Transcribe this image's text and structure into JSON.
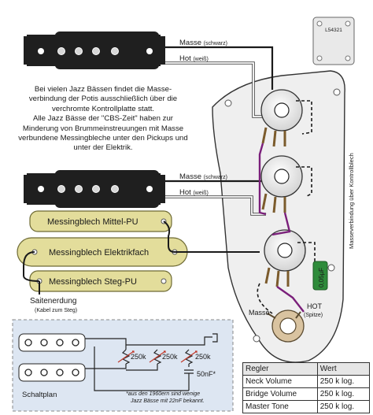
{
  "pickups": {
    "neck": {
      "ground_label": "Masse",
      "ground_color": "(schwarz)",
      "hot_label": "Hot",
      "hot_color": "(weiß)"
    },
    "bridge": {
      "ground_label": "Masse",
      "ground_color": "(schwarz)",
      "hot_label": "Hot",
      "hot_color": "(weiß)"
    }
  },
  "note": {
    "line1": "Bei vielen Jazz Bässen findet die Masse-verbindung der Potis ausschließlich über die verchromte Kontrollplatte statt.",
    "line2": "Alle Jazz Bässe der \"CBS-Zeit\" haben zur Minderung von Brummeinstreuungen mit Masse verbundene Messingbleche unter den Pickups und unter der Elektrik."
  },
  "plates": {
    "mid": "Messingblech Mittel-PU",
    "cavity": "Messingblech Elektrikfach",
    "bridge": "Messingblech Steg-PU"
  },
  "string_ground": {
    "label": "Saitenerdung",
    "sub": "(Kabel zum Steg)"
  },
  "output_jack": {
    "ground": "Masse",
    "hot": "HOT",
    "hot_sub": "(Spitze)"
  },
  "neck_plate_serial": "L54321",
  "capacitor_label": "0,05µF",
  "side_note": "Masseverbindung über Kontrollblech",
  "schematic": {
    "title": "Schaltplan",
    "pot1": "250k",
    "pot2": "250k",
    "pot3": "250k",
    "cap": "50nF*",
    "footnote": "*aus den 1960ern sind wenige Jazz Bässe mit 22nF bekannt."
  },
  "table": {
    "headers": [
      "Regler",
      "Wert"
    ],
    "rows": [
      [
        "Neck Volume",
        "250 k log."
      ],
      [
        "Bridge Volume",
        "250 k log."
      ],
      [
        "Master Tone",
        "250 k log."
      ]
    ]
  },
  "colors": {
    "pickup": "#1f1f1f",
    "brass": "#e3dd9b",
    "brass_edge": "#6e6a34",
    "pot": "#f3f3f3",
    "cap": "#2e8b3a",
    "purple_wire": "#7a1f7a",
    "schematic_bg": "#dde6f2"
  }
}
